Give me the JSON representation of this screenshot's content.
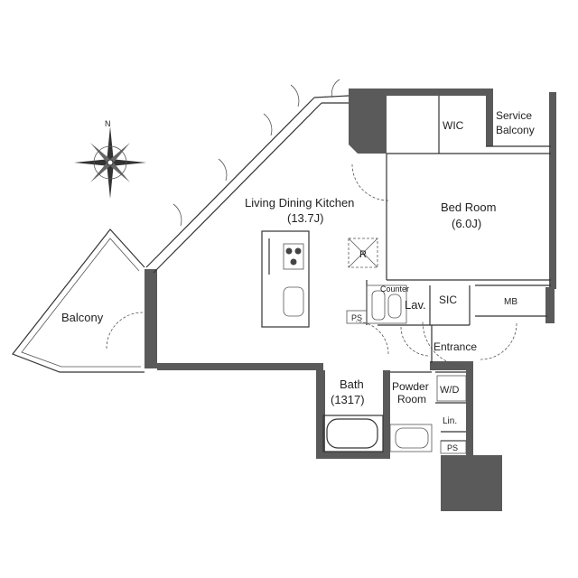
{
  "compass": {
    "north_label": "N"
  },
  "rooms": {
    "ldk": {
      "name": "Living Dining Kitchen",
      "size": "(13.7J)"
    },
    "bedroom": {
      "name": "Bed Room",
      "size": "(6.0J)"
    },
    "wic": {
      "name": "WIC"
    },
    "service_balcony": {
      "line1": "Service",
      "line2": "Balcony"
    },
    "balcony": {
      "name": "Balcony"
    },
    "sic": {
      "name": "SIC"
    },
    "mb": {
      "name": "MB"
    },
    "counter": {
      "name": "Counter"
    },
    "lav": {
      "name": "Lav."
    },
    "ps1": {
      "name": "PS"
    },
    "entrance": {
      "name": "Entrance"
    },
    "bath": {
      "name": "Bath",
      "size": "(1317)"
    },
    "powder": {
      "line1": "Powder",
      "line2": "Room"
    },
    "wd": {
      "name": "W/D"
    },
    "lin": {
      "name": "Lin."
    },
    "ps2": {
      "name": "PS"
    },
    "fridge": {
      "name": "R"
    }
  }
}
